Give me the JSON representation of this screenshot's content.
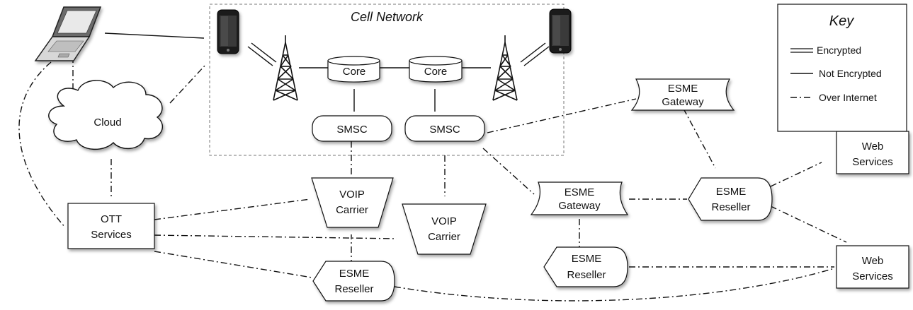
{
  "network_title": "Cell Network",
  "nodes": {
    "cloud": "Cloud",
    "core_left": "Core",
    "core_right": "Core",
    "smsc_left": "SMSC",
    "smsc_right": "SMSC",
    "voip_upper": [
      "VOIP",
      "Carrier"
    ],
    "voip_lower": [
      "VOIP",
      "Carrier"
    ],
    "ott": [
      "OTT",
      "Services"
    ],
    "esme_gateway_top": [
      "ESME",
      "Gateway"
    ],
    "esme_gateway_mid": [
      "ESME",
      "Gateway"
    ],
    "esme_reseller_right": [
      "ESME",
      "Reseller"
    ],
    "esme_reseller_mid": [
      "ESME",
      "Reseller"
    ],
    "esme_reseller_bottom": [
      "ESME",
      "Reseller"
    ],
    "web_services_top": [
      "Web",
      "Services"
    ],
    "web_services_bottom": [
      "Web",
      "Services"
    ]
  },
  "key": {
    "title": "Key",
    "items": [
      "Encrypted",
      "Not Encrypted",
      "Over Internet"
    ]
  },
  "icons": [
    "laptop-icon",
    "phone-icon",
    "cell-tower-icon",
    "cloud-icon"
  ]
}
